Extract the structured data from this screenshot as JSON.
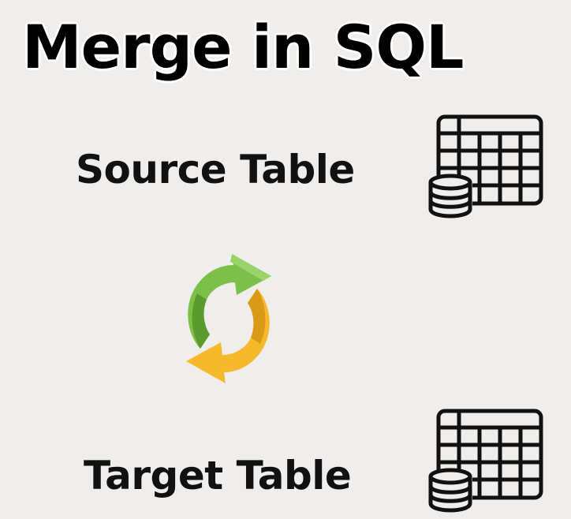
{
  "title": "Merge in SQL",
  "source": {
    "label": "Source Table",
    "icon": "database-table-icon"
  },
  "sync": {
    "icon": "sync-arrows-icon",
    "colors": {
      "green": "#7cc04a",
      "yellow": "#f6b92c"
    }
  },
  "target": {
    "label": "Target Table",
    "icon": "database-table-icon"
  },
  "colors": {
    "background": "#efeeed",
    "text": "#111111"
  }
}
